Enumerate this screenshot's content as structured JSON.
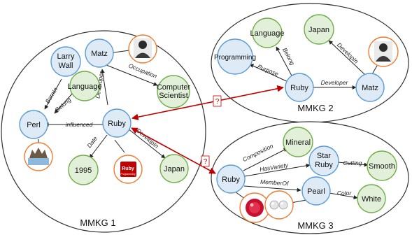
{
  "colors": {
    "entity_fill": "#deebf7",
    "entity_stroke": "#5b9bd5",
    "attribute_fill": "#e2f0d9",
    "attribute_stroke": "#70ad47",
    "image_stroke": "#ed7d31",
    "edge": "#222222",
    "link": "#c00000"
  },
  "graphs": [
    {
      "title": "MMKG 1"
    },
    {
      "title": "MMKG 2"
    },
    {
      "title": "MMKG 3"
    }
  ],
  "nodes": {
    "g1_larry": [
      "Larry",
      "Wall"
    ],
    "g1_matz": [
      "Matz"
    ],
    "g1_language": [
      "Language"
    ],
    "g1_computer_scientist": [
      "Computer",
      "Scientist"
    ],
    "g1_perl": [
      "Perl"
    ],
    "g1_ruby": [
      "Ruby"
    ],
    "g1_1995": [
      "1995"
    ],
    "g1_japan": [
      "Japan"
    ],
    "g2_language": [
      "Language"
    ],
    "g2_japan": [
      "Japan"
    ],
    "g2_programming": [
      "Programming"
    ],
    "g2_ruby": [
      "Ruby"
    ],
    "g2_matz": [
      "Matz"
    ],
    "g3_mineral": [
      "Mineral"
    ],
    "g3_star_ruby": [
      "Star",
      "Ruby"
    ],
    "g3_smooth": [
      "Smooth"
    ],
    "g3_ruby": [
      "Ruby"
    ],
    "g3_pearl": [
      "Pearl"
    ],
    "g3_white": [
      "White"
    ]
  },
  "edge_labels": {
    "g1_bornin": "BornIn",
    "g1_belong": "Belong",
    "g1_occupation": "Occupation",
    "g1_developer": "Developer",
    "g1_influenced": "influenced",
    "g1_date": "Date",
    "g1_developin": "DevelopIn",
    "g2_belong": "Belong",
    "g2_purpose": "Purpose",
    "g2_developer": "Developer",
    "g2_developin": "DevelopIn",
    "g3_composition": "Composition",
    "g3_hasvariety": "HasVariety",
    "g3_cutting": "Cutting",
    "g3_memberof": "MemberOf",
    "g3_color": "Color"
  },
  "images": {
    "ruby_book": [
      "Ruby",
      "Programming"
    ]
  },
  "links": [
    {
      "mark": "?"
    },
    {
      "mark": "?"
    }
  ]
}
